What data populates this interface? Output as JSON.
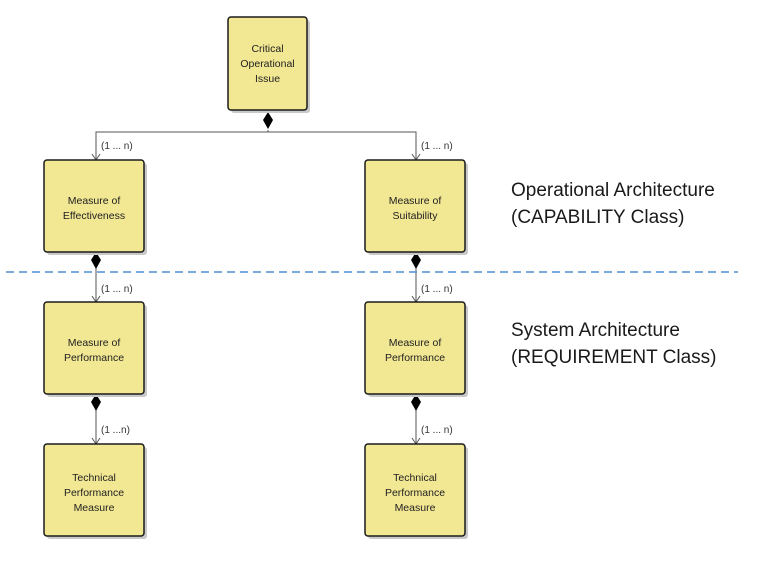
{
  "nodes": {
    "coi": [
      "Critical",
      "Operational",
      "Issue"
    ],
    "moe": [
      "Measure of",
      "Effectiveness"
    ],
    "mos": [
      "Measure of",
      "Suitability"
    ],
    "mop_left": [
      "Measure of",
      "Performance"
    ],
    "mop_right": [
      "Measure of",
      "Performance"
    ],
    "tpm_left": [
      "Technical",
      "Performance",
      "Measure"
    ],
    "tpm_right": [
      "Technical",
      "Performance",
      "Measure"
    ]
  },
  "multiplicities": {
    "coi_moe": "(1 ... n)",
    "coi_mos": "(1 ... n)",
    "moe_mop": "(1 ... n)",
    "mos_mop": "(1 ... n)",
    "mop_tpm_left": "(1 ...n)",
    "mop_tpm_right": "(1 ... n)"
  },
  "layers": {
    "operational_title": "Operational Architecture",
    "operational_class": "(CAPABILITY Class)",
    "system_title": "System Architecture",
    "system_class": "(REQUIREMENT Class)"
  },
  "colors": {
    "node_fill": "#f2e793",
    "separator": "#4f8fcf"
  }
}
